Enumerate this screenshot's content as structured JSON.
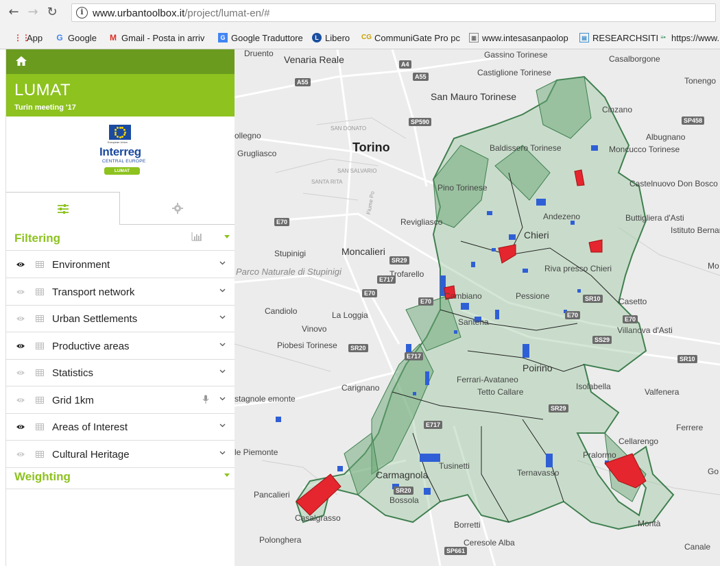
{
  "browser": {
    "url_host": "www.urbantoolbox.it",
    "url_path": "/project/lumat-en/#",
    "bookmarks": [
      {
        "label": "App",
        "icon": "apps-grid-icon",
        "color": "#e53935"
      },
      {
        "label": "Google",
        "icon": "google-g-icon",
        "color": "#4285f4"
      },
      {
        "label": "Gmail - Posta in arriv",
        "icon": "gmail-icon",
        "color": "#d93025"
      },
      {
        "label": "Google Traduttore",
        "icon": "translate-icon",
        "color": "#4285f4"
      },
      {
        "label": "Libero",
        "icon": "libero-icon",
        "color": "#1a4fa0"
      },
      {
        "label": "CommuniGate Pro pc",
        "icon": "communigate-icon",
        "color": "#c8a000"
      },
      {
        "label": "www.intesasanpaolop",
        "icon": "bank-icon",
        "color": "#555555"
      },
      {
        "label": "RESEARCHSITI",
        "icon": "researchsiti-icon",
        "color": "#3b8ed0"
      },
      {
        "label": "https://www.",
        "icon": "site-icon",
        "color": "#2e8b57"
      }
    ]
  },
  "app": {
    "title": "LUMAT",
    "subtitle": "Turin meeting '17",
    "logo": {
      "program": "Interreg",
      "region": "CENTRAL EUROPE",
      "project": "LUMAT",
      "eu_text": "European Union"
    }
  },
  "filtering": {
    "title": "Filtering",
    "layers": [
      {
        "label": "Environment",
        "visible": true
      },
      {
        "label": "Transport network",
        "visible": false
      },
      {
        "label": "Urban Settlements",
        "visible": false
      },
      {
        "label": "Productive areas",
        "visible": true
      },
      {
        "label": "Statistics",
        "visible": false
      },
      {
        "label": "Grid 1km",
        "visible": false,
        "has_mic": true
      },
      {
        "label": "Areas of Interest",
        "visible": true
      },
      {
        "label": "Cultural Heritage",
        "visible": false
      }
    ]
  },
  "weighting": {
    "title": "Weighting"
  },
  "colors": {
    "accent_green": "#8dc21f",
    "dark_green": "#6a9b1e",
    "layer_blue": "#2f5fd6",
    "highlight_red": "#e5262e",
    "area_green": "#3f7f4f"
  },
  "map": {
    "places": [
      "Druento",
      "Venaria Reale",
      "Gassino Torinese",
      "Casalborgone",
      "Castiglione Torinese",
      "Tonengo",
      "San Mauro Torinese",
      "Cinzano",
      "ollegno",
      "Albugnano",
      "Grugliasco",
      "Torino",
      "Moncucco Torinese",
      "SAN DONATO",
      "SAN SALVARIO",
      "SANTA RITA",
      "Pino Torinese",
      "Baldissero Torinese",
      "Castelnuovo Don Bosco",
      "Andezeno",
      "Buttigliera d'Asti",
      "Istituto Bernardi Semeria",
      "Revigliasco",
      "Chieri",
      "Stupinigi",
      "Moncalieri",
      "Riva presso Chieri",
      "Mo",
      "Parco Naturale di Stupinigi",
      "Trofarello",
      "Cambiano",
      "Pessione",
      "Casetto",
      "Candiolo",
      "La Loggia",
      "Vinovo",
      "Villanova d'Asti",
      "Piobesi Torinese",
      "Santena",
      "Poirino",
      "Carignano",
      "Ferrari-Avataneo",
      "Tetto Callare",
      "Isolabella",
      "Valfenera",
      "stagnole emonte",
      "Ferrere",
      "le Piemonte",
      "Tusinetti",
      "Carmagnola",
      "Cellarengo",
      "Pralormo",
      "Ternavasso",
      "Pancalieri",
      "Bossola",
      "Casalgrasso",
      "Borretti",
      "Montà",
      "Polonghera",
      "Ceresole Alba",
      "Canale",
      "Go",
      "Fiume Po"
    ],
    "road_shields": [
      "A4",
      "A55",
      "A55",
      "SP590",
      "SP458",
      "E70",
      "SR29",
      "E717",
      "E70",
      "E70",
      "SR10",
      "E70",
      "E70",
      "SS29",
      "SR20",
      "SR10",
      "E717",
      "SR29",
      "E717",
      "SR20",
      "SP661"
    ]
  }
}
